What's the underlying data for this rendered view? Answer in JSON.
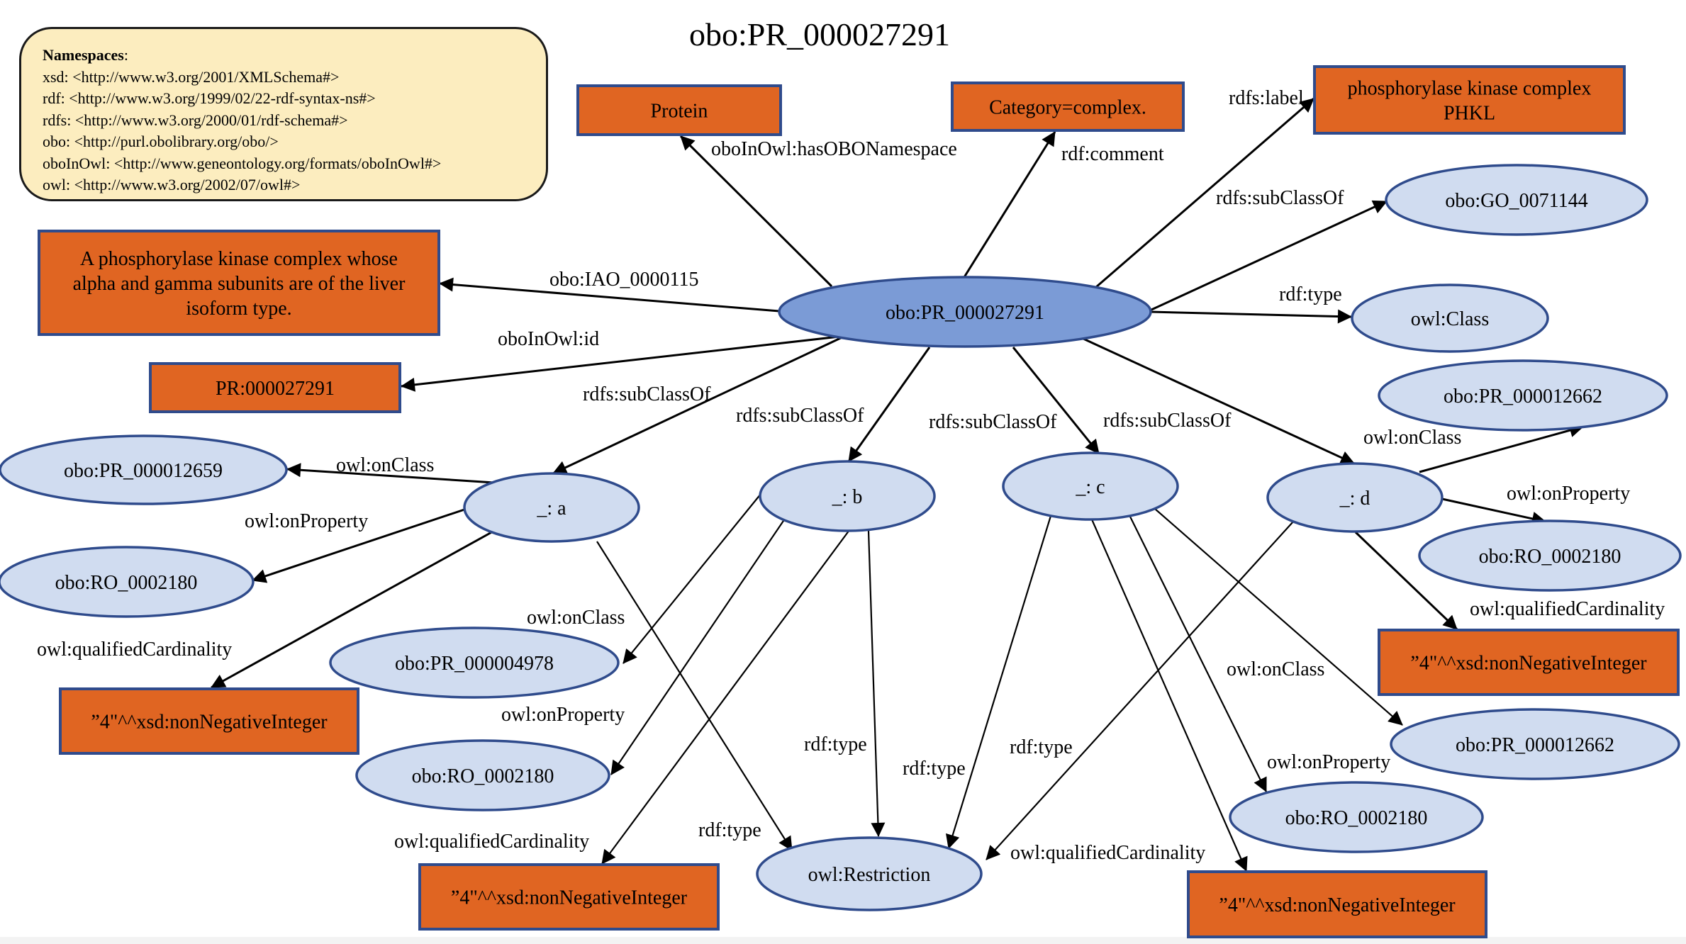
{
  "title": "obo:PR_000027291",
  "namespaces": {
    "heading": "Namespaces",
    "entries": [
      {
        "prefix": "xsd:",
        "iri": "<http://www.w3.org/2001/XMLSchema#>"
      },
      {
        "prefix": "rdf:",
        "iri": "<http://www.w3.org/1999/02/22-rdf-syntax-ns#>"
      },
      {
        "prefix": "rdfs:",
        "iri": "<http://www.w3.org/2000/01/rdf-schema#>"
      },
      {
        "prefix": "obo:",
        "iri": "<http://purl.obolibrary.org/obo/>"
      },
      {
        "prefix": "oboInOwl:",
        "iri": "<http://www.geneontology.org/formats/oboInOwl#>"
      },
      {
        "prefix": "owl:",
        "iri": "<http://www.w3.org/2002/07/owl#>"
      }
    ]
  },
  "colors": {
    "literal_fill": "#e06522",
    "resource_fill": "#d0dcf0",
    "focus_fill": "#7b9bd6",
    "node_border": "#2f4b8c",
    "namespace_fill": "#fcedbf",
    "edge": "#000000"
  },
  "nodes": [
    {
      "id": "center",
      "kind": "focus",
      "label": [
        "obo:PR_000027291"
      ]
    },
    {
      "id": "protein",
      "kind": "literal",
      "label": [
        "Protein"
      ]
    },
    {
      "id": "category",
      "kind": "literal",
      "label": [
        "Category=complex."
      ]
    },
    {
      "id": "label",
      "kind": "literal",
      "label": [
        "phosphorylase kinase complex",
        "PHKL"
      ]
    },
    {
      "id": "definition",
      "kind": "literal",
      "label": [
        "A phosphorylase kinase complex whose",
        "alpha and gamma subunits are of the liver",
        "isoform type."
      ]
    },
    {
      "id": "id",
      "kind": "literal",
      "label": [
        "PR:000027291"
      ]
    },
    {
      "id": "go",
      "kind": "resource",
      "label": [
        "obo:GO_0071144"
      ]
    },
    {
      "id": "owlclass",
      "kind": "resource",
      "label": [
        "owl:Class"
      ]
    },
    {
      "id": "a",
      "kind": "resource",
      "label": [
        "_: a"
      ]
    },
    {
      "id": "b",
      "kind": "resource",
      "label": [
        "_: b"
      ]
    },
    {
      "id": "c",
      "kind": "resource",
      "label": [
        "_: c"
      ]
    },
    {
      "id": "d",
      "kind": "resource",
      "label": [
        "_: d"
      ]
    },
    {
      "id": "a_class",
      "kind": "resource",
      "label": [
        "obo:PR_000012659"
      ]
    },
    {
      "id": "a_prop",
      "kind": "resource",
      "label": [
        "obo:RO_0002180"
      ]
    },
    {
      "id": "a_card",
      "kind": "literal",
      "label": [
        "”4\"^^xsd:nonNegativeInteger"
      ]
    },
    {
      "id": "b_class",
      "kind": "resource",
      "label": [
        "obo:PR_000004978"
      ]
    },
    {
      "id": "b_prop",
      "kind": "resource",
      "label": [
        "obo:RO_0002180"
      ]
    },
    {
      "id": "b_card",
      "kind": "literal",
      "label": [
        "”4\"^^xsd:nonNegativeInteger"
      ]
    },
    {
      "id": "restriction",
      "kind": "resource",
      "label": [
        "owl:Restriction"
      ]
    },
    {
      "id": "c_class",
      "kind": "resource",
      "label": [
        "obo:PR_000012662"
      ]
    },
    {
      "id": "c_prop",
      "kind": "resource",
      "label": [
        "obo:RO_0002180"
      ]
    },
    {
      "id": "c_card",
      "kind": "literal",
      "label": [
        "”4\"^^xsd:nonNegativeInteger"
      ]
    },
    {
      "id": "d_class",
      "kind": "resource",
      "label": [
        "obo:PR_000012662"
      ]
    },
    {
      "id": "d_prop",
      "kind": "resource",
      "label": [
        "obo:RO_0002180"
      ]
    },
    {
      "id": "d_card",
      "kind": "literal",
      "label": [
        "”4\"^^xsd:nonNegativeInteger"
      ]
    }
  ],
  "edges": [
    {
      "id": "e_ns",
      "from": "center",
      "to": "protein",
      "label": "oboInOwl:hasOBONamespace"
    },
    {
      "id": "e_comment",
      "from": "center",
      "to": "category",
      "label": "rdf:comment"
    },
    {
      "id": "e_label",
      "from": "center",
      "to": "label",
      "label": "rdfs:label"
    },
    {
      "id": "e_go",
      "from": "center",
      "to": "go",
      "label": "rdfs:subClassOf"
    },
    {
      "id": "e_type",
      "from": "center",
      "to": "owlclass",
      "label": "rdf:type"
    },
    {
      "id": "e_def",
      "from": "center",
      "to": "definition",
      "label": "obo:IAO_0000115"
    },
    {
      "id": "e_id",
      "from": "center",
      "to": "id",
      "label": "oboInOwl:id"
    },
    {
      "id": "e_sa",
      "from": "center",
      "to": "a",
      "label": "rdfs:subClassOf"
    },
    {
      "id": "e_sb",
      "from": "center",
      "to": "b",
      "label": "rdfs:subClassOf"
    },
    {
      "id": "e_sc",
      "from": "center",
      "to": "c",
      "label": "rdfs:subClassOf"
    },
    {
      "id": "e_sd",
      "from": "center",
      "to": "d",
      "label": "rdfs:subClassOf"
    },
    {
      "id": "e_a_class",
      "from": "a",
      "to": "a_class",
      "label": "owl:onClass"
    },
    {
      "id": "e_a_prop",
      "from": "a",
      "to": "a_prop",
      "label": "owl:onProperty"
    },
    {
      "id": "e_a_card",
      "from": "a",
      "to": "a_card",
      "label": "owl:qualifiedCardinality"
    },
    {
      "id": "e_a_type",
      "from": "a",
      "to": "restriction",
      "label": "rdf:type"
    },
    {
      "id": "e_b_class",
      "from": "b",
      "to": "b_class",
      "label": "owl:onClass"
    },
    {
      "id": "e_b_prop",
      "from": "b",
      "to": "b_prop",
      "label": "owl:onProperty"
    },
    {
      "id": "e_b_card",
      "from": "b",
      "to": "b_card",
      "label": "owl:qualifiedCardinality"
    },
    {
      "id": "e_b_type",
      "from": "b",
      "to": "restriction",
      "label": "rdf:type"
    },
    {
      "id": "e_c_type",
      "from": "c",
      "to": "restriction",
      "label": "rdf:type"
    },
    {
      "id": "e_c_card",
      "from": "c",
      "to": "c_card",
      "label": "owl:qualifiedCardinality"
    },
    {
      "id": "e_c_prop",
      "from": "c",
      "to": "c_prop",
      "label": "owl:onProperty"
    },
    {
      "id": "e_c_class",
      "from": "c",
      "to": "c_class",
      "label": "owl:onClass"
    },
    {
      "id": "e_d_class",
      "from": "d",
      "to": "d_class",
      "label": "owl:onClass"
    },
    {
      "id": "e_d_prop",
      "from": "d",
      "to": "d_prop",
      "label": "owl:onProperty"
    },
    {
      "id": "e_d_card",
      "from": "d",
      "to": "d_card",
      "label": "owl:qualifiedCardinality"
    },
    {
      "id": "e_d_type",
      "from": "d",
      "to": "restriction",
      "label": "rdf:type"
    }
  ]
}
